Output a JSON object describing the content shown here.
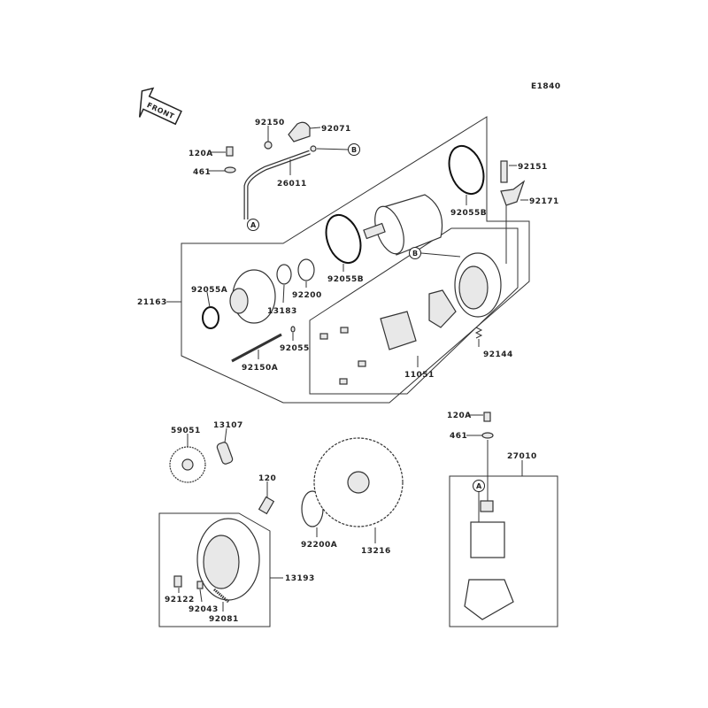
{
  "diagram_code": "E1840",
  "front_label": "FRONT",
  "callouts": {
    "a": "A",
    "b": "B"
  },
  "parts": {
    "p92150": "92150",
    "p92071": "92071",
    "p120A_top": "120A",
    "p461_top": "461",
    "p26011": "26011",
    "p92151": "92151",
    "p92171": "92171",
    "p92055B_upper": "92055B",
    "p92055B_lower": "92055B",
    "p21163": "21163",
    "p92055A": "92055A",
    "p13183": "13183",
    "p92200": "92200",
    "p92055": "92055",
    "p92150A": "92150A",
    "p11051": "11051",
    "p92144": "92144",
    "p59051": "59051",
    "p13107": "13107",
    "p120": "120",
    "p92200A": "92200A",
    "p13216": "13216",
    "p13193": "13193",
    "p92122": "92122",
    "p92043": "92043",
    "p92081": "92081",
    "p120A_bottom": "120A",
    "p461_bottom": "461",
    "p27010": "27010"
  }
}
